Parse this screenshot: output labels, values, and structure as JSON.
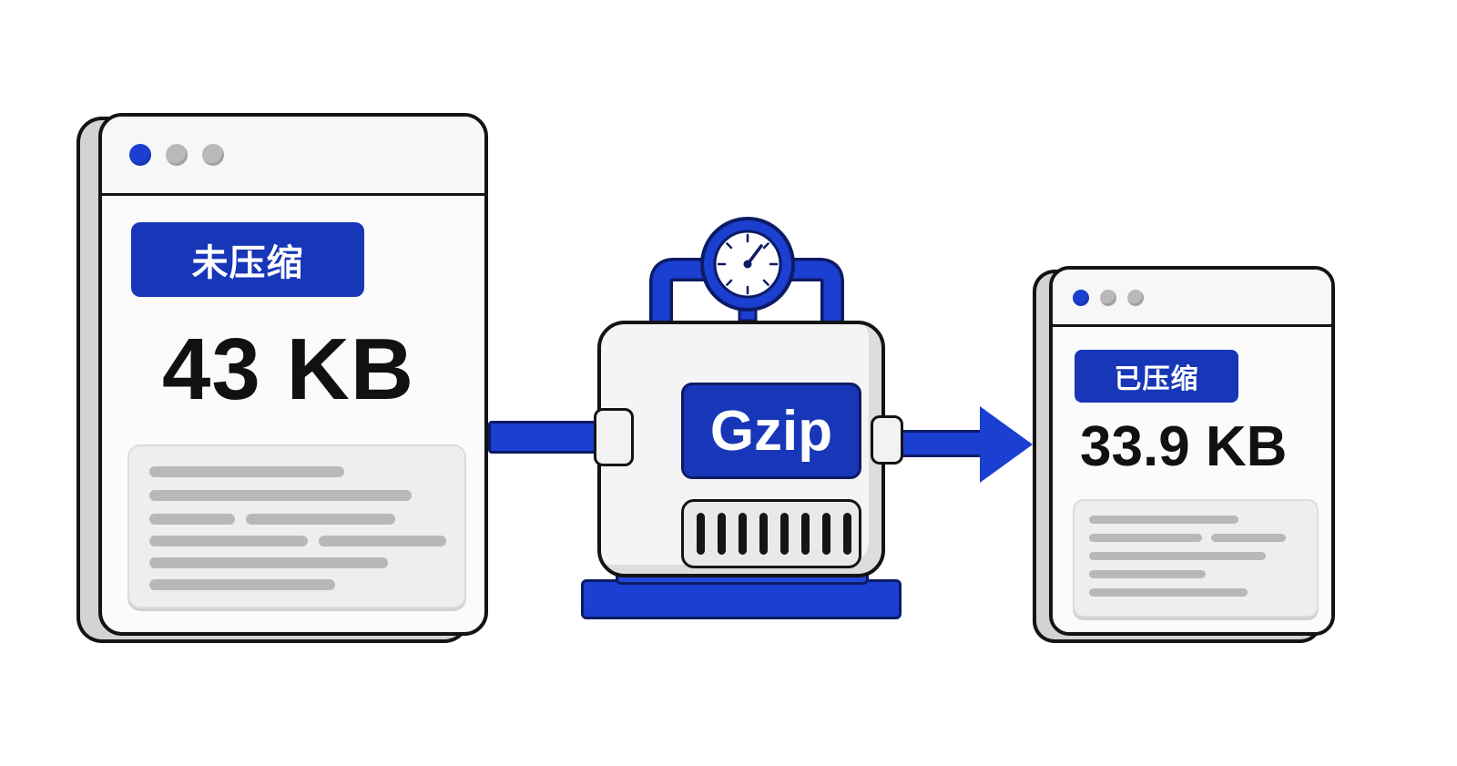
{
  "diagram": {
    "source": {
      "label": "未压缩",
      "size": "43 KB"
    },
    "compressor": {
      "label": "Gzip"
    },
    "result": {
      "label": "已压缩",
      "size": "33.9 KB"
    }
  },
  "colors": {
    "accent": "#1736b8",
    "pipe": "#1a3fd1",
    "outline": "#141414",
    "surface": "#f4f4f4",
    "placeholder_line": "#b8b8b8"
  },
  "icons": [
    "gauge-icon",
    "arrow-right-icon",
    "window-dot-icon"
  ]
}
